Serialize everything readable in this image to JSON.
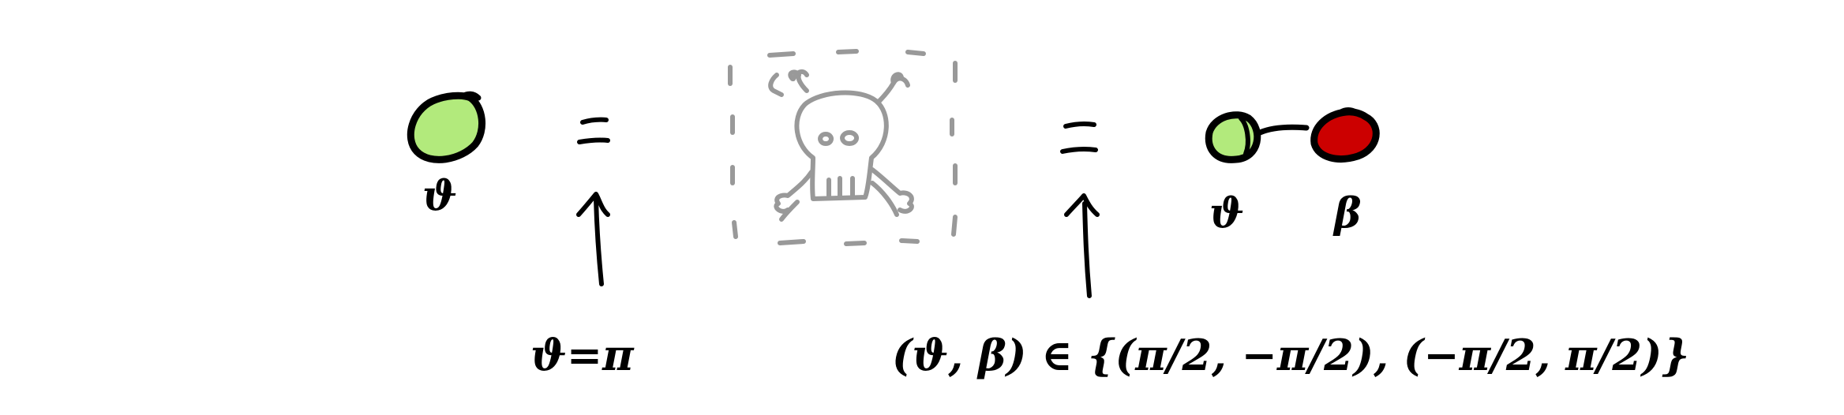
{
  "left": {
    "node_label": "ϑ",
    "equals": "=",
    "condition": "ϑ=π"
  },
  "middle": {
    "icon": "skull-crossbones-icon",
    "equals": "="
  },
  "right": {
    "node_labels": [
      "ϑ",
      "β"
    ],
    "condition": "(ϑ, β) ∈ {(π/2, −π/2), (−π/2, π/2)}"
  },
  "colors": {
    "green_node": "#b2ea7c",
    "red_node": "#cc0000",
    "skull_gray": "#999999",
    "ink": "#000000"
  }
}
